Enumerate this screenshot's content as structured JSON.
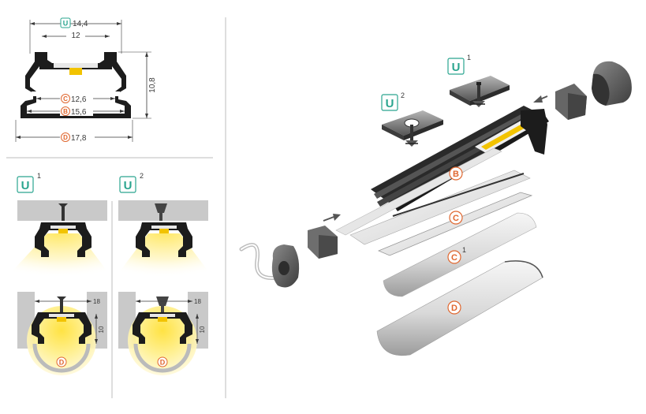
{
  "colors": {
    "teal": "#2aa58f",
    "orange": "#e0672f",
    "profile": "#1c1c1c",
    "ceiling": "#c9c9c9",
    "led": "#f2c300",
    "light": "#fff1a8",
    "divider": "#bdbdbd"
  },
  "cross_section": {
    "badges": {
      "u": "U",
      "c": "C",
      "b": "B",
      "d": "D"
    },
    "dims": {
      "u_value": "14,4",
      "top_width": "12",
      "c_value": "12,6",
      "b_value": "15,6",
      "height": "10,8",
      "d_value": "17,8"
    }
  },
  "mounting": {
    "variant1": {
      "badge": "U",
      "sup": "1"
    },
    "variant2": {
      "badge": "U",
      "sup": "2"
    },
    "diffuser_badge": "D",
    "width_dim": "18",
    "depth_dim": "10"
  },
  "exploded": {
    "mount1": {
      "badge": "U",
      "sup": "1"
    },
    "mount2": {
      "badge": "U",
      "sup": "2"
    },
    "b_badge": "B",
    "c_badge": "C",
    "c1_badge": "C",
    "c1_sup": "1",
    "d_badge": "D"
  }
}
